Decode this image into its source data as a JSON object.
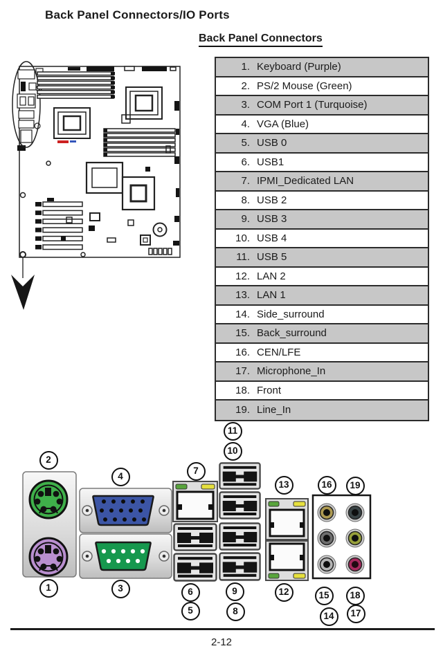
{
  "page": {
    "title": "Back Panel Connectors/IO Ports",
    "table_title": "Back Panel Connectors",
    "page_number": "2-12"
  },
  "table": {
    "rows": [
      {
        "num": "1.",
        "label": "Keyboard (Purple)"
      },
      {
        "num": "2.",
        "label": "PS/2 Mouse (Green)"
      },
      {
        "num": "3.",
        "label": "COM Port 1 (Turquoise)"
      },
      {
        "num": "4.",
        "label": "VGA (Blue)"
      },
      {
        "num": "5.",
        "label": "USB 0"
      },
      {
        "num": "6.",
        "label": "USB1"
      },
      {
        "num": "7.",
        "label": "IPMI_Dedicated LAN"
      },
      {
        "num": "8.",
        "label": "USB 2"
      },
      {
        "num": "9.",
        "label": "USB 3"
      },
      {
        "num": "10.",
        "label": "USB 4"
      },
      {
        "num": "11.",
        "label": "USB 5"
      },
      {
        "num": "12.",
        "label": "LAN 2"
      },
      {
        "num": "13.",
        "label": "LAN 1"
      },
      {
        "num": "14.",
        "label": "Side_surround"
      },
      {
        "num": "15.",
        "label": "Back_surround"
      },
      {
        "num": "16.",
        "label": "CEN/LFE"
      },
      {
        "num": "17.",
        "label": "Microphone_In"
      },
      {
        "num": "18.",
        "label": "Front"
      },
      {
        "num": "19.",
        "label": "Line_In"
      }
    ]
  },
  "ports": {
    "callouts": [
      "1",
      "2",
      "3",
      "4",
      "5",
      "6",
      "7",
      "8",
      "9",
      "10",
      "11",
      "12",
      "13",
      "14",
      "15",
      "16",
      "17",
      "18",
      "19"
    ]
  },
  "colors": {
    "ps2_mouse_green": "#3fb04a",
    "ps2_keyboard_purple": "#b98fcf",
    "vga_blue": "#3c55a5",
    "com_green": "#16984e",
    "led_green": "#58a43c",
    "led_yellow": "#e6e03e",
    "audio_cen_lfe_gold": "#ad9a52",
    "audio_line_in_dark": "#3a4446",
    "audio_back_surround_gray": "#6f6f6f",
    "audio_front_green": "#97a03b",
    "audio_side_surround_gray": "#b5b5b5",
    "audio_mic_pink": "#a72a5e"
  }
}
